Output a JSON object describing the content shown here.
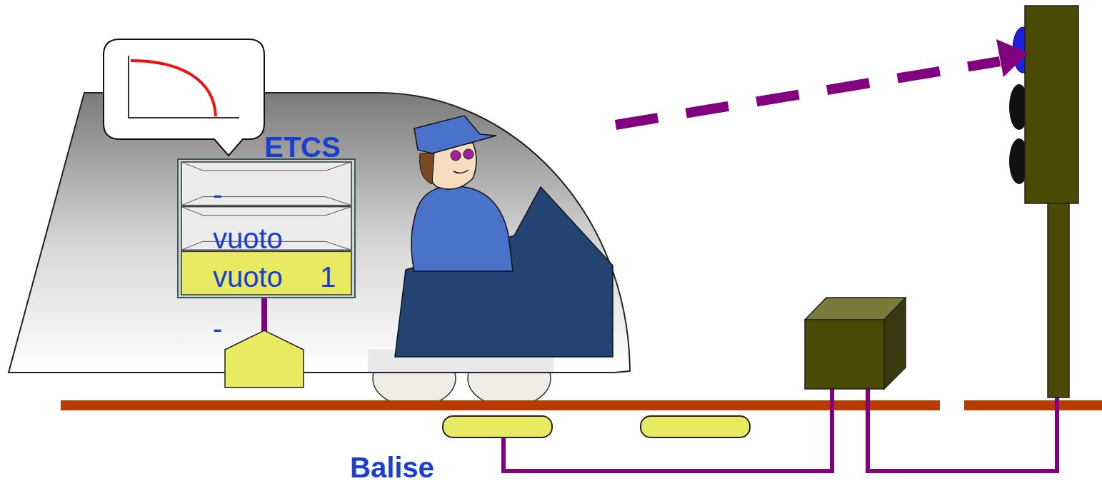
{
  "diagram": {
    "nodes": [
      {
        "text": [
          "ETCS",
          "-",
          "vuoto",
          "vuoto",
          "1"
        ]
      }
    ],
    "labels": [
      "-",
      "Balise"
    ]
  }
}
